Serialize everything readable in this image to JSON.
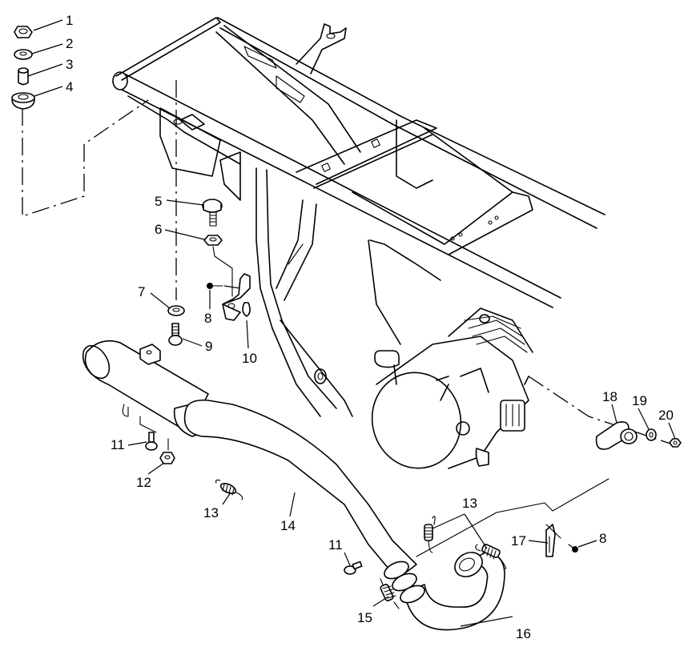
{
  "diagram": {
    "type": "exploded-parts-diagram",
    "subject": "exhaust system mounted to vehicle frame and engine",
    "callouts": [
      {
        "id": "c1",
        "label": "1",
        "part": "nut"
      },
      {
        "id": "c2",
        "label": "2",
        "part": "washer"
      },
      {
        "id": "c3",
        "label": "3",
        "part": "sleeve"
      },
      {
        "id": "c4",
        "label": "4",
        "part": "grommet"
      },
      {
        "id": "c5",
        "label": "5",
        "part": "bolt"
      },
      {
        "id": "c6",
        "label": "6",
        "part": "nut"
      },
      {
        "id": "c7",
        "label": "7",
        "part": "washer"
      },
      {
        "id": "c8a",
        "label": "8",
        "part": "screw"
      },
      {
        "id": "c9",
        "label": "9",
        "part": "bolt"
      },
      {
        "id": "c10",
        "label": "10",
        "part": "bracket"
      },
      {
        "id": "c11a",
        "label": "11",
        "part": "bolt"
      },
      {
        "id": "c12",
        "label": "12",
        "part": "nut"
      },
      {
        "id": "c13a",
        "label": "13",
        "part": "spring"
      },
      {
        "id": "c14",
        "label": "14",
        "part": "muffler"
      },
      {
        "id": "c11b",
        "label": "11",
        "part": "bolt"
      },
      {
        "id": "c13b",
        "label": "13",
        "part": "spring"
      },
      {
        "id": "c15",
        "label": "15",
        "part": "spring"
      },
      {
        "id": "c16",
        "label": "16",
        "part": "head pipe"
      },
      {
        "id": "c17",
        "label": "17",
        "part": "heat shield clip"
      },
      {
        "id": "c8b",
        "label": "8",
        "part": "screw"
      },
      {
        "id": "c18",
        "label": "18",
        "part": "exhaust flange"
      },
      {
        "id": "c19",
        "label": "19",
        "part": "gasket"
      },
      {
        "id": "c20",
        "label": "20",
        "part": "nut"
      }
    ]
  }
}
